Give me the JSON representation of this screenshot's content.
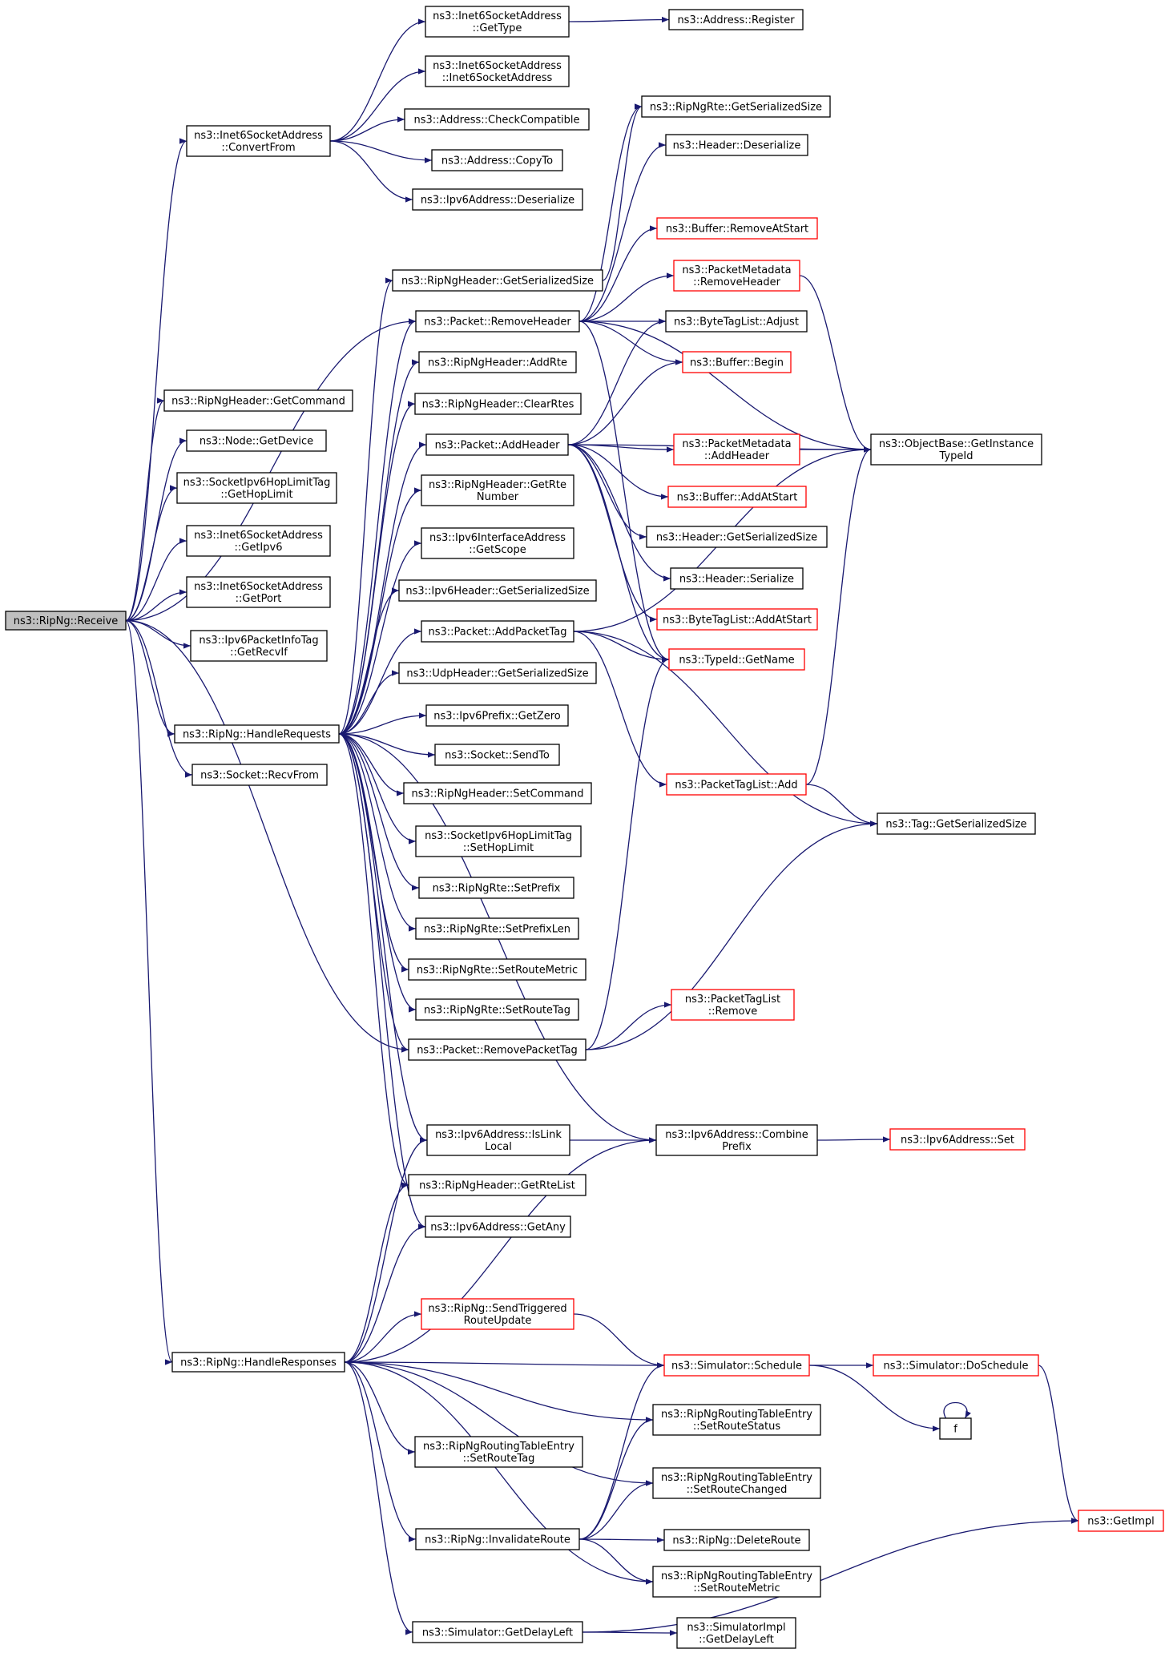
{
  "colors": {
    "edge": "#191970",
    "normal_border": "#000000",
    "red_border": "#ff0000",
    "root_fill": "#bfbfbf"
  },
  "nodes": {
    "receive": {
      "lines": [
        "ns3::RipNg::Receive"
      ],
      "root": true
    },
    "convertfrom": {
      "lines": [
        "ns3::Inet6SocketAddress",
        "::ConvertFrom"
      ]
    },
    "i6gettype": {
      "lines": [
        "ns3::Inet6SocketAddress",
        "::GetType"
      ]
    },
    "addrregister": {
      "lines": [
        "ns3::Address::Register"
      ]
    },
    "i6ctor": {
      "lines": [
        "ns3::Inet6SocketAddress",
        "::Inet6SocketAddress"
      ]
    },
    "checkcompat": {
      "lines": [
        "ns3::Address::CheckCompatible"
      ]
    },
    "copyto": {
      "lines": [
        "ns3::Address::CopyTo"
      ]
    },
    "ipv6deser": {
      "lines": [
        "ns3::Ipv6Address::Deserialize"
      ]
    },
    "rtegetser": {
      "lines": [
        "ns3::RipNgRte::GetSerializedSize"
      ]
    },
    "hdrdeser": {
      "lines": [
        "ns3::Header::Deserialize"
      ]
    },
    "bufremove": {
      "lines": [
        "ns3::Buffer::RemoveAtStart"
      ],
      "red": true
    },
    "pmremove": {
      "lines": [
        "ns3::PacketMetadata",
        "::RemoveHeader"
      ],
      "red": true
    },
    "hdrgetser": {
      "lines": [
        "ns3::RipNgHeader::GetSerializedSize"
      ]
    },
    "pktremovehdr": {
      "lines": [
        "ns3::Packet::RemoveHeader"
      ]
    },
    "btladjust": {
      "lines": [
        "ns3::ByteTagList::Adjust"
      ]
    },
    "bufbegin": {
      "lines": [
        "ns3::Buffer::Begin"
      ],
      "red": true
    },
    "addrte": {
      "lines": [
        "ns3::RipNgHeader::AddRte"
      ]
    },
    "getcommand": {
      "lines": [
        "ns3::RipNgHeader::GetCommand"
      ]
    },
    "clearrtes": {
      "lines": [
        "ns3::RipNgHeader::ClearRtes"
      ]
    },
    "getdevice": {
      "lines": [
        "ns3::Node::GetDevice"
      ]
    },
    "pktaddhdr": {
      "lines": [
        "ns3::Packet::AddHeader"
      ]
    },
    "pmaddhdr": {
      "lines": [
        "ns3::PacketMetadata",
        "::AddHeader"
      ],
      "red": true
    },
    "getinstance": {
      "lines": [
        "ns3::ObjectBase::GetInstance",
        "TypeId"
      ]
    },
    "gethoplimit": {
      "lines": [
        "ns3::SocketIpv6HopLimitTag",
        "::GetHopLimit"
      ]
    },
    "getrtenum": {
      "lines": [
        "ns3::RipNgHeader::GetRte",
        "Number"
      ]
    },
    "bufaddstart": {
      "lines": [
        "ns3::Buffer::AddAtStart"
      ],
      "red": true
    },
    "getipv6": {
      "lines": [
        "ns3::Inet6SocketAddress",
        "::GetIpv6"
      ]
    },
    "getscope": {
      "lines": [
        "ns3::Ipv6InterfaceAddress",
        "::GetScope"
      ]
    },
    "hdrgetser2": {
      "lines": [
        "ns3::Header::GetSerializedSize"
      ]
    },
    "hdrserialize": {
      "lines": [
        "ns3::Header::Serialize"
      ]
    },
    "getport": {
      "lines": [
        "ns3::Inet6SocketAddress",
        "::GetPort"
      ]
    },
    "ipv6hdrgetser": {
      "lines": [
        "ns3::Ipv6Header::GetSerializedSize"
      ]
    },
    "btladdstart": {
      "lines": [
        "ns3::ByteTagList::AddAtStart"
      ],
      "red": true
    },
    "getrecvif": {
      "lines": [
        "ns3::Ipv6PacketInfoTag",
        "::GetRecvIf"
      ]
    },
    "addpkttag": {
      "lines": [
        "ns3::Packet::AddPacketTag"
      ]
    },
    "typeidname": {
      "lines": [
        "ns3::TypeId::GetName"
      ],
      "red": true
    },
    "udpgetser": {
      "lines": [
        "ns3::UdpHeader::GetSerializedSize"
      ]
    },
    "handlereq": {
      "lines": [
        "ns3::RipNg::HandleRequests"
      ]
    },
    "getzero": {
      "lines": [
        "ns3::Ipv6Prefix::GetZero"
      ]
    },
    "sendto": {
      "lines": [
        "ns3::Socket::SendTo"
      ]
    },
    "recvfrom": {
      "lines": [
        "ns3::Socket::RecvFrom"
      ]
    },
    "ptladd": {
      "lines": [
        "ns3::PacketTagList::Add"
      ],
      "red": true
    },
    "setcommand": {
      "lines": [
        "ns3::RipNgHeader::SetCommand"
      ]
    },
    "taggetser": {
      "lines": [
        "ns3::Tag::GetSerializedSize"
      ]
    },
    "sethoplimit": {
      "lines": [
        "ns3::SocketIpv6HopLimitTag",
        "::SetHopLimit"
      ]
    },
    "setprefix": {
      "lines": [
        "ns3::RipNgRte::SetPrefix"
      ]
    },
    "setprefixlen": {
      "lines": [
        "ns3::RipNgRte::SetPrefixLen"
      ]
    },
    "setroutemetric": {
      "lines": [
        "ns3::RipNgRte::SetRouteMetric"
      ]
    },
    "setroutetag": {
      "lines": [
        "ns3::RipNgRte::SetRouteTag"
      ]
    },
    "ptlremove": {
      "lines": [
        "ns3::PacketTagList",
        "::Remove"
      ],
      "red": true
    },
    "removepkttag": {
      "lines": [
        "ns3::Packet::RemovePacketTag"
      ]
    },
    "islinklocal": {
      "lines": [
        "ns3::Ipv6Address::IsLink",
        "Local"
      ]
    },
    "combineprefix": {
      "lines": [
        "ns3::Ipv6Address::Combine",
        "Prefix"
      ]
    },
    "ipv6set": {
      "lines": [
        "ns3::Ipv6Address::Set"
      ],
      "red": true
    },
    "getrtelist": {
      "lines": [
        "ns3::RipNgHeader::GetRteList"
      ]
    },
    "getany": {
      "lines": [
        "ns3::Ipv6Address::GetAny"
      ]
    },
    "sendtrig": {
      "lines": [
        "ns3::RipNg::SendTriggered",
        "RouteUpdate"
      ],
      "red": true
    },
    "handleresp": {
      "lines": [
        "ns3::RipNg::HandleResponses"
      ]
    },
    "schedule": {
      "lines": [
        "ns3::Simulator::Schedule"
      ],
      "red": true
    },
    "doschedule": {
      "lines": [
        "ns3::Simulator::DoSchedule"
      ],
      "red": true
    },
    "setroutestatus": {
      "lines": [
        "ns3::RipNgRoutingTableEntry",
        "::SetRouteStatus"
      ]
    },
    "f": {
      "lines": [
        "f"
      ]
    },
    "rtesetroutetag": {
      "lines": [
        "ns3::RipNgRoutingTableEntry",
        "::SetRouteTag"
      ]
    },
    "setroutechanged": {
      "lines": [
        "ns3::RipNgRoutingTableEntry",
        "::SetRouteChanged"
      ]
    },
    "getimpl": {
      "lines": [
        "ns3::GetImpl"
      ],
      "red": true
    },
    "invalidate": {
      "lines": [
        "ns3::RipNg::InvalidateRoute"
      ]
    },
    "deleteroute": {
      "lines": [
        "ns3::RipNg::DeleteRoute"
      ]
    },
    "rtesetmetric": {
      "lines": [
        "ns3::RipNgRoutingTableEntry",
        "::SetRouteMetric"
      ]
    },
    "getdelayleft": {
      "lines": [
        "ns3::Simulator::GetDelayLeft"
      ]
    },
    "implgetdelay": {
      "lines": [
        "ns3::SimulatorImpl",
        "::GetDelayLeft"
      ]
    }
  }
}
